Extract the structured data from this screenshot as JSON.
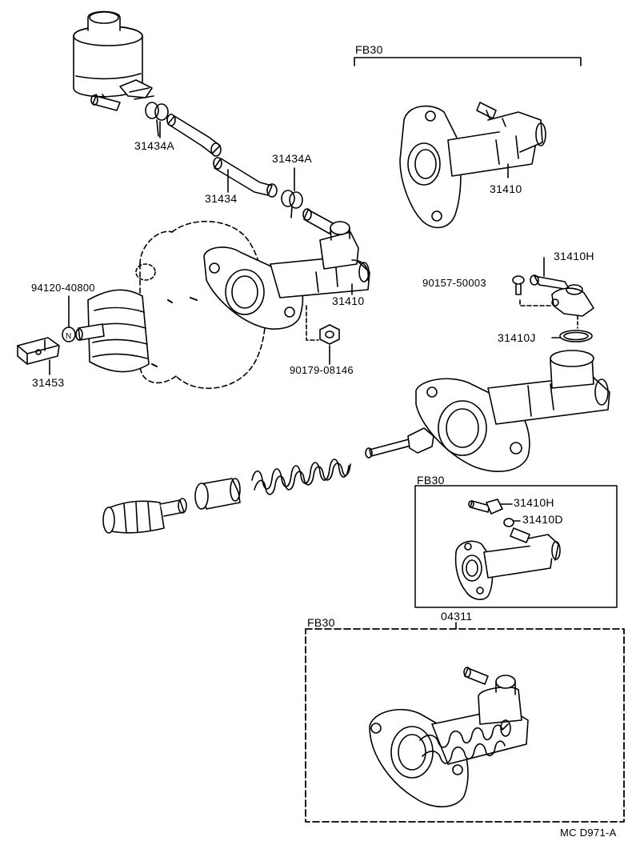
{
  "labels": {
    "fb30_top": "FB30",
    "p31434a_1": "31434A",
    "p31434a_2": "31434A",
    "p31434": "31434",
    "p31410_main": "31410",
    "p31410_fb30": "31410",
    "p94120": "94120-40800",
    "p31453": "31453",
    "p90179": "90179-08146",
    "p90157": "90157-50003",
    "p31410h_top": "31410H",
    "p31410j": "31410J",
    "fb30_mid": "FB30",
    "p31410h_box": "31410H",
    "p31410d": "31410D",
    "fb30_bottom": "FB30",
    "p04311": "04311",
    "diagram_code": "MC D971-A"
  },
  "colors": {
    "ink": "#000000",
    "paper": "#ffffff"
  }
}
